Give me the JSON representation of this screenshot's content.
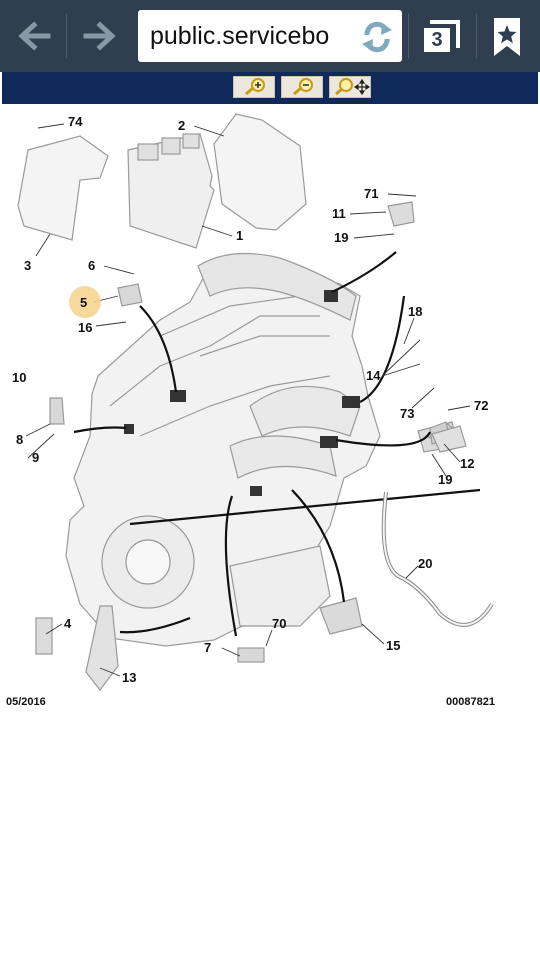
{
  "browser": {
    "url": "public.servicebo",
    "tab_count": "3",
    "icons": {
      "back": "back-arrow-icon",
      "forward": "forward-arrow-icon",
      "reload": "reload-icon",
      "tabs": "tabs-icon",
      "bookmark": "bookmark-star-icon"
    }
  },
  "viewer": {
    "tools": [
      {
        "name": "zoom-in",
        "icon": "zoom-in-icon"
      },
      {
        "name": "zoom-out",
        "icon": "zoom-out-icon"
      },
      {
        "name": "zoom-pan",
        "icon": "zoom-pan-icon"
      }
    ],
    "bar_color": "#0f2a5a",
    "highlight_color": "#f6d48a"
  },
  "diagram": {
    "callouts": {
      "c74": "74",
      "c2": "2",
      "c1": "1",
      "c3": "3",
      "c71": "71",
      "c11": "11",
      "c19a": "19",
      "c6": "6",
      "c5": "5",
      "c16": "16",
      "c18": "18",
      "c14": "14",
      "c73": "73",
      "c10": "10",
      "c8": "8",
      "c9": "9",
      "c72": "72",
      "c12": "12",
      "c19b": "19",
      "c20": "20",
      "c4": "4",
      "c70": "70",
      "c7": "7",
      "c15": "15",
      "c13": "13"
    },
    "highlighted_callout": "5",
    "date": "05/2016",
    "reference": "00087821"
  }
}
